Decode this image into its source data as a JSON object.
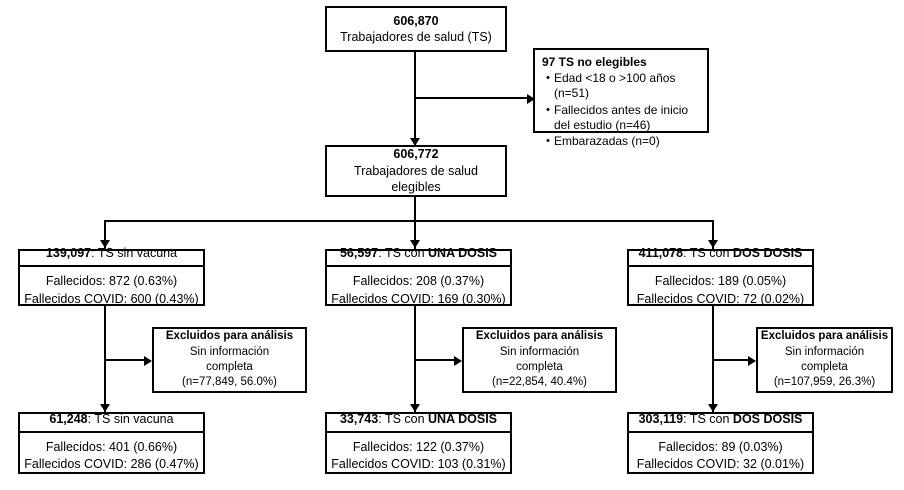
{
  "diagram": {
    "title": "Diagrama de flujo de trabajadores de salud",
    "colors": {
      "line": "#000000",
      "box_border": "#000000",
      "background": "#ffffff"
    },
    "root": {
      "count": "606,870",
      "label": "Trabajadores de salud (TS)"
    },
    "excluded_top": {
      "title": "97 TS no elegibles",
      "bullets": [
        "Edad <18 o >100 años (n=51)",
        "Fallecidos antes de inicio del estudio (n=46)",
        "Embarazadas (n=0)"
      ]
    },
    "eligible": {
      "count": "606,772",
      "label_line1": "Trabajadores de salud",
      "label_line2": "elegibles"
    },
    "branches": [
      {
        "id": "sin-vacuna",
        "top": {
          "count": "139,097",
          "separator": ": ",
          "label_plain": "TS sin vacuna",
          "label_bold": "",
          "deaths": "Fallecidos: 872 (0.63%)",
          "deaths_covid": "Fallecidos COVID: 600 (0.43%)"
        },
        "excluded": {
          "title": "Excluidos para análisis",
          "line2": "Sin información",
          "line3": "completa",
          "line4": "(n=77,849, 56.0%)"
        },
        "bottom": {
          "count": "61,248",
          "separator": ": ",
          "label_plain": "TS sin vacuna",
          "label_bold": "",
          "deaths": "Fallecidos: 401 (0.66%)",
          "deaths_covid": "Fallecidos COVID: 286 (0.47%)"
        }
      },
      {
        "id": "una-dosis",
        "top": {
          "count": "56,597",
          "separator": ": ",
          "label_plain": "TS con ",
          "label_bold": "UNA DOSIS",
          "deaths": "Fallecidos: 208 (0.37%)",
          "deaths_covid": "Fallecidos COVID: 169 (0.30%)"
        },
        "excluded": {
          "title": "Excluidos para análisis",
          "line2": "Sin información",
          "line3": "completa",
          "line4": "(n=22,854, 40.4%)"
        },
        "bottom": {
          "count": "33,743",
          "separator": ": ",
          "label_plain": "TS con ",
          "label_bold": "UNA DOSIS",
          "deaths": "Fallecidos: 122 (0.37%)",
          "deaths_covid": "Fallecidos COVID: 103 (0.31%)"
        }
      },
      {
        "id": "dos-dosis",
        "top": {
          "count": "411,078",
          "separator": ": ",
          "label_plain": "TS con ",
          "label_bold": "DOS DOSIS",
          "deaths": "Fallecidos: 189 (0.05%)",
          "deaths_covid": "Fallecidos COVID: 72 (0.02%)"
        },
        "excluded": {
          "title": "Excluidos para análisis",
          "line2": "Sin información",
          "line3": "completa",
          "line4": "(n=107,959, 26.3%)"
        },
        "bottom": {
          "count": "303,119",
          "separator": ": ",
          "label_plain": "TS con ",
          "label_bold": "DOS DOSIS",
          "deaths": "Fallecidos: 89 (0.03%)",
          "deaths_covid": "Fallecidos COVID: 32 (0.01%)"
        }
      }
    ],
    "bullet_glyph": "•"
  }
}
